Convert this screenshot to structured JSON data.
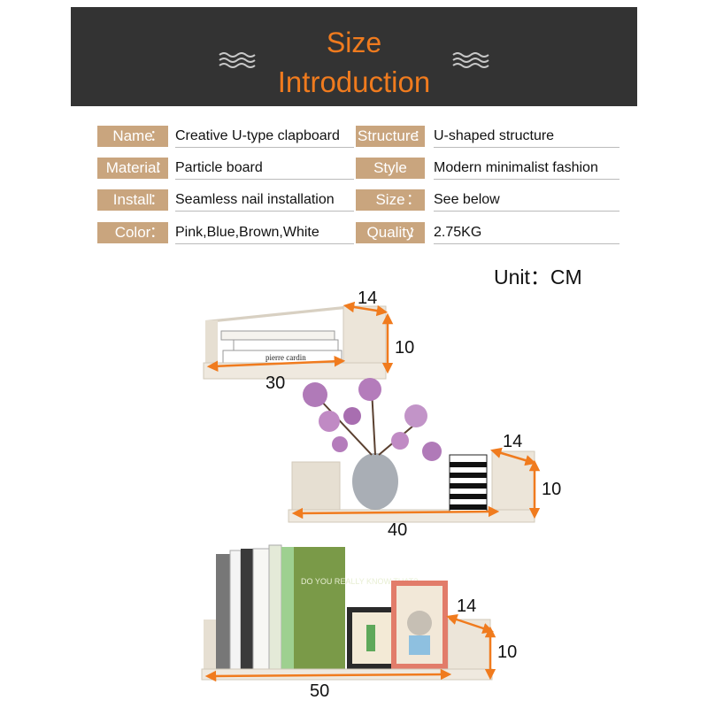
{
  "banner": {
    "title_line1": "Size",
    "title_line2": "Introduction"
  },
  "specs": [
    {
      "label": "Name",
      "colon": "：",
      "value": "Creative U-type clapboard"
    },
    {
      "label": "Structure",
      "colon": "：",
      "value": "U-shaped structure"
    },
    {
      "label": "Material",
      "colon": "：",
      "value": "Particle board"
    },
    {
      "label": "Style",
      "colon": "",
      "value": "Modern minimalist fashion"
    },
    {
      "label": "Install",
      "colon": "：",
      "value": "Seamless nail installation"
    },
    {
      "label": "Size",
      "colon": "：",
      "value": "See below"
    },
    {
      "label": "Color",
      "colon": "：",
      "value": "Pink,Blue,Brown,White"
    },
    {
      "label": "Quality",
      "colon": "：",
      "value": "2.75KG"
    }
  ],
  "unit_label": "Unit：CM",
  "shelves": [
    {
      "length": "30",
      "depth": "14",
      "height": "10"
    },
    {
      "length": "40",
      "depth": "14",
      "height": "10"
    },
    {
      "length": "50",
      "depth": "14",
      "height": "10"
    }
  ],
  "book_text": {
    "b1": "pierre cardin",
    "b2": "DO YOU REALLY KNOW THAT?"
  },
  "colors": {
    "banner_bg": "#333333",
    "accent": "#f07b1e",
    "label_bg": "#c9a57e",
    "shelf": "#e8e0d4"
  }
}
